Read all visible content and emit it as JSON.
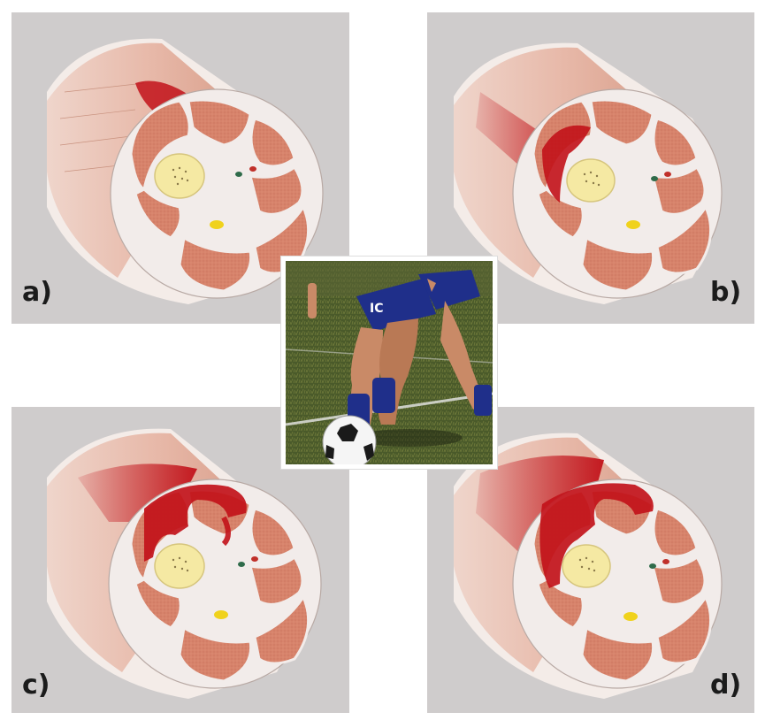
{
  "figure": {
    "panels": [
      {
        "id": "a",
        "label": "a)",
        "injury": "focal-hematoma-superficial"
      },
      {
        "id": "b",
        "label": "b)",
        "injury": "intramuscular-hematoma-deep"
      },
      {
        "id": "c",
        "label": "c)",
        "injury": "intermuscular-hematoma-spreading"
      },
      {
        "id": "d",
        "label": "d)",
        "injury": "combined-hematoma"
      }
    ],
    "center_photo": {
      "subject": "soccer-player-legs-with-ball"
    }
  },
  "colors": {
    "background": "#cfcccc",
    "muscle": "#d9856c",
    "fascia": "#f2ecea",
    "bone": "#f5e9a3",
    "blood": "#c2121a",
    "nerve": "#f0d21c",
    "artery": "#c0302a",
    "vein": "#2f6b4a",
    "jersey": "#1f2f8a"
  }
}
